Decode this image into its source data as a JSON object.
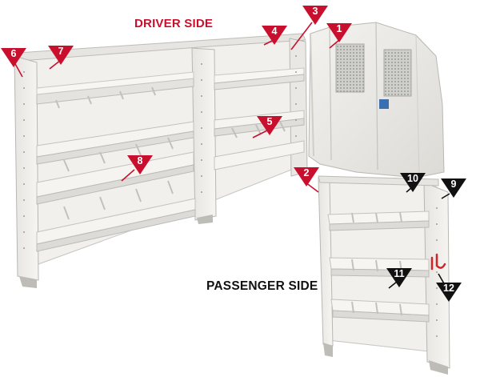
{
  "labels": {
    "driver_side": "DRIVER SIDE",
    "passenger_side": "PASSENGER SIDE"
  },
  "callouts": [
    {
      "number": "1",
      "color": "#c8102e"
    },
    {
      "number": "2",
      "color": "#c8102e"
    },
    {
      "number": "3",
      "color": "#c8102e"
    },
    {
      "number": "4",
      "color": "#c8102e"
    },
    {
      "number": "5",
      "color": "#c8102e"
    },
    {
      "number": "6",
      "color": "#c8102e"
    },
    {
      "number": "7",
      "color": "#c8102e"
    },
    {
      "number": "8",
      "color": "#c8102e"
    },
    {
      "number": "9",
      "color": "#111111"
    },
    {
      "number": "10",
      "color": "#111111"
    },
    {
      "number": "11",
      "color": "#111111"
    },
    {
      "number": "12",
      "color": "#111111"
    }
  ],
  "colors": {
    "shelf_light": "#f2f1ee",
    "shelf_mid": "#e2e1dd",
    "shelf_dark": "#c9c8c3",
    "hook": "#d2232a"
  }
}
